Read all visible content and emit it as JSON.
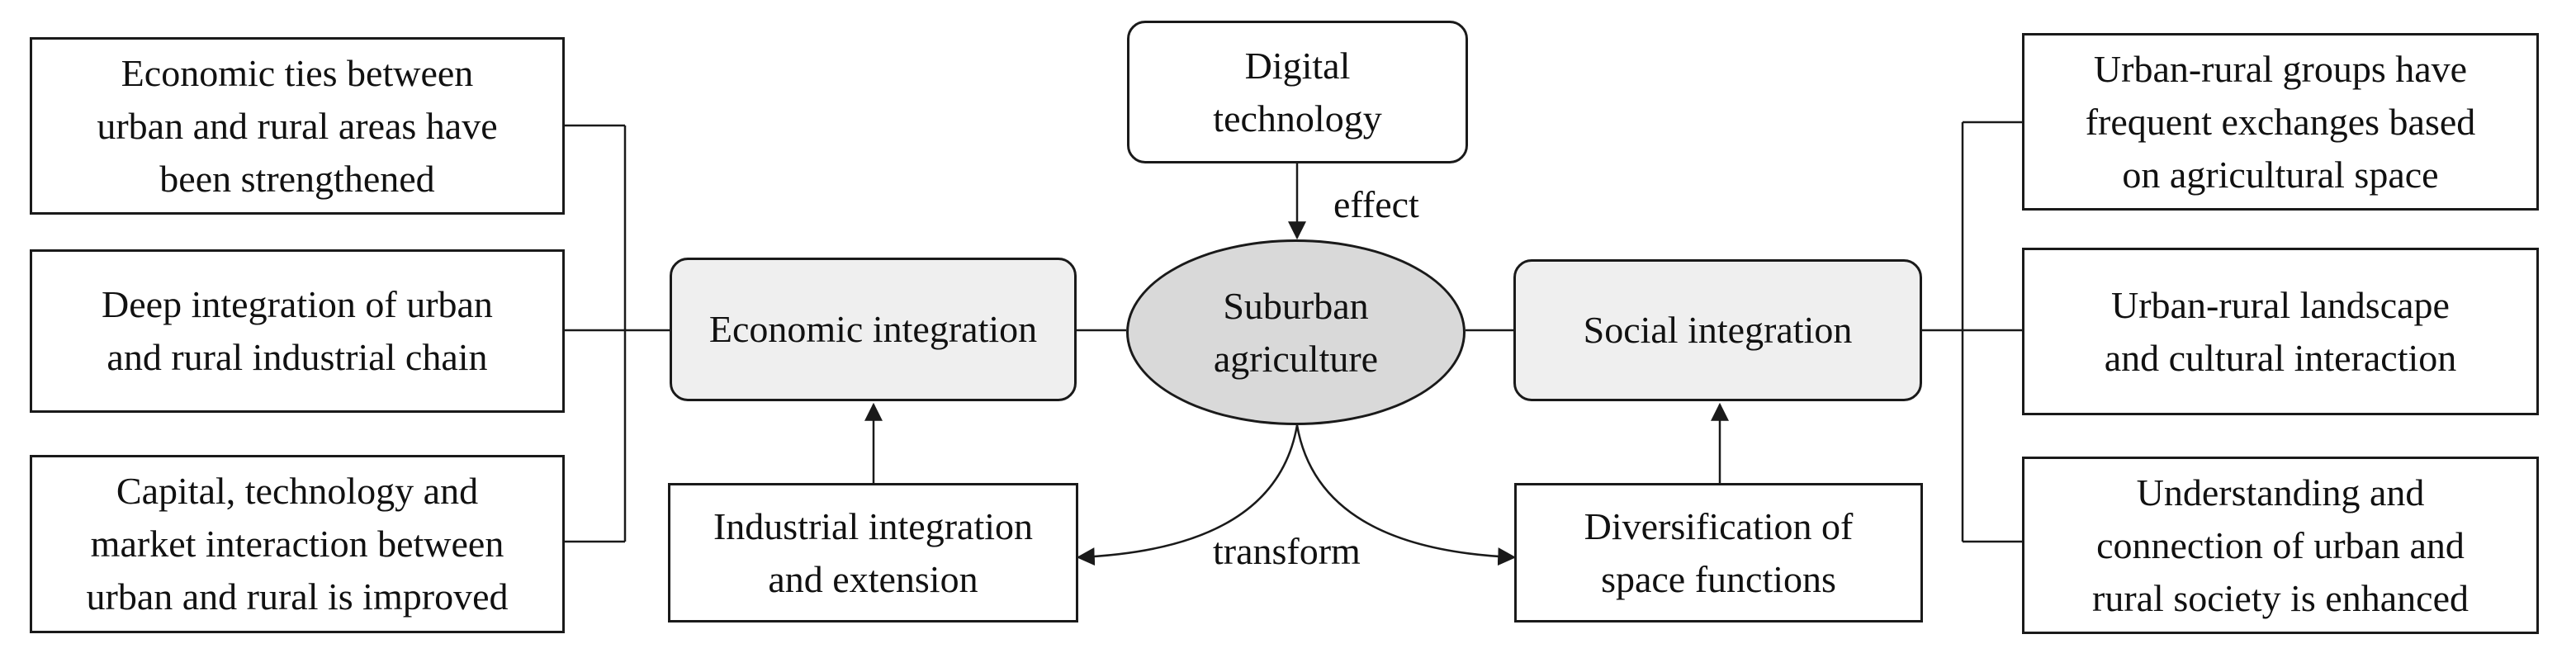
{
  "center": [
    "Suburban",
    "agriculture"
  ],
  "digital_technology": [
    "Digital",
    "technology"
  ],
  "economic_integration": "Economic  integration",
  "social_integration": "Social  integration",
  "industrial_integration": [
    "Industrial  integration",
    "and extension"
  ],
  "diversification": [
    "Diversification  of",
    "space functions"
  ],
  "edge_labels": {
    "effect": "effect",
    "transform": "transform"
  },
  "left_items": [
    [
      "Economic  ties between",
      "urban  and rural areas have",
      "been strengthened"
    ],
    [
      "Deep integration  of urban",
      "and rural industrial chain"
    ],
    [
      "Capital, technology  and",
      "market  interaction between",
      "urban and rural is improved"
    ]
  ],
  "right_items": [
    [
      "Urban-rural groups have",
      "frequent exchanges  based",
      "on agricultural  space"
    ],
    [
      "Urban-rural  landscape",
      "and cultural  interaction"
    ],
    [
      "Understanding  and",
      "connection of urban and",
      "rural society is enhanced"
    ]
  ],
  "colors": {
    "line": "#1a1a1a",
    "center_fill": "#d9d9d9",
    "box_fill": "#efefef"
  }
}
